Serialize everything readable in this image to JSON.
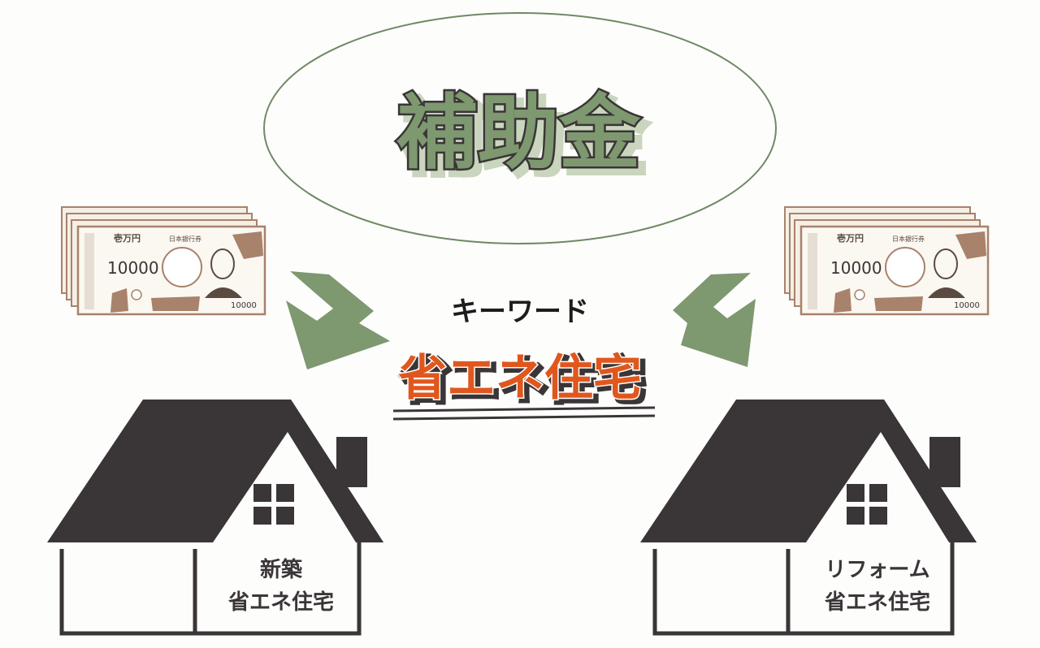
{
  "title": "補助金",
  "keyword_label": "キーワード",
  "keyword": "省エネ住宅",
  "banknote": {
    "header": "壱万円",
    "bank": "日本銀行券",
    "value": "10000",
    "small_value": "10000"
  },
  "houses": [
    {
      "line1": "新築",
      "line2": "省エネ住宅"
    },
    {
      "line1": "リフォーム",
      "line2": "省エネ住宅"
    }
  ],
  "colors": {
    "ellipse_stroke": "#6e8a62",
    "arrow": "#7e9870",
    "title_fill": "#7e9870",
    "title_shadow": "#c9d5bd",
    "house": "#3a3536",
    "keyword_fill": "#e0571e",
    "banknote_fill": "#f6efe6",
    "banknote_accent": "#a8826b"
  },
  "icons": {
    "banknote": "banknote-stack-icon",
    "arrow": "arrow-down-icon",
    "house": "house-icon"
  }
}
